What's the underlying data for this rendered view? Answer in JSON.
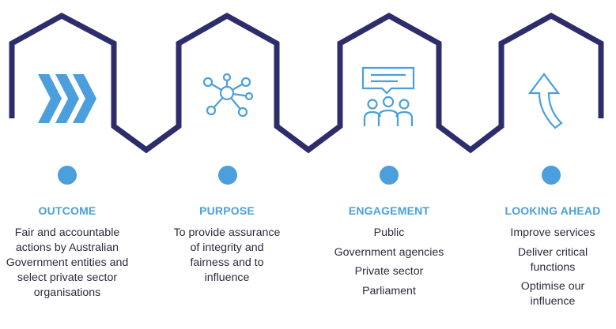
{
  "colors": {
    "frame": "#2d2d6b",
    "accent": "#4a9fdc",
    "body_text": "#2b2b3d"
  },
  "columns": [
    {
      "icon": "chevrons-right-icon",
      "title": "OUTCOME",
      "text": "Fair and accountable actions by Australian Government entities and select private sector organisations"
    },
    {
      "icon": "network-hub-icon",
      "title": "PURPOSE",
      "text": "To provide assurance of integrity and fairness and to influence"
    },
    {
      "icon": "speech-bubble-group-icon",
      "title": "ENGAGEMENT",
      "items": [
        "Public",
        "Government agencies",
        "Private sector",
        "Parliament"
      ]
    },
    {
      "icon": "curved-arrow-up-icon",
      "title": "LOOKING AHEAD",
      "items": [
        "Improve services",
        "Deliver critical functions",
        "Optimise our influence"
      ]
    }
  ]
}
